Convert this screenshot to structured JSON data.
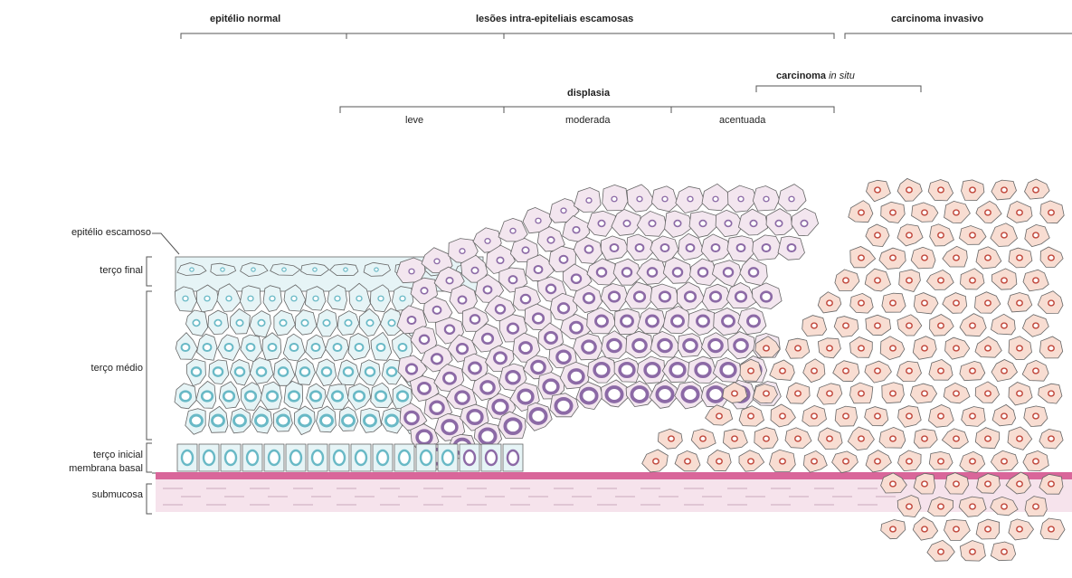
{
  "headers": {
    "normal": "epitélio normal",
    "lesions": "lesões intra-epiteliais escamosas",
    "invasive": "carcinoma invasivo",
    "cis_prefix": "carcinoma ",
    "cis_italic": "in situ",
    "dysplasia": "displasia",
    "mild": "leve",
    "moderate": "moderada",
    "severe": "acentuada"
  },
  "left_labels": {
    "squamous": "epitélio escamoso",
    "final": "terço final",
    "middle": "terço médio",
    "initial": "terço inicial",
    "basal": "membrana basal",
    "submucosa": "submucosa"
  },
  "colors": {
    "normal_fill": "#e6f4f6",
    "normal_nucleus": "#69b9c6",
    "dysplasia_fill": "#f3e6ef",
    "dysplasia_nucleus": "#8c6aa6",
    "carcinoma_fill": "#f8ddd2",
    "carcinoma_nucleus": "#c0463a",
    "basal_membrane": "#d9669a",
    "submucosa": "#f6e3ec",
    "line": "#555555"
  }
}
